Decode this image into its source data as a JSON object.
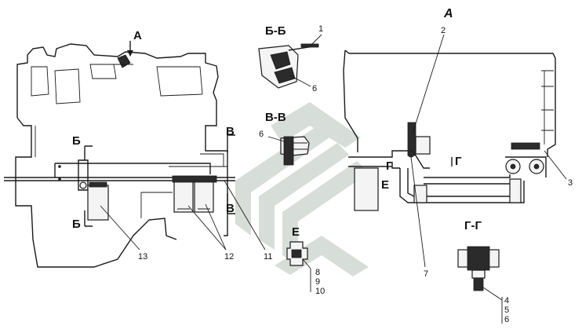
{
  "sections": {
    "view_a_marker": "А",
    "view_a_title": "А",
    "bb_title": "Б-Б",
    "vv_title": "В-В",
    "e_title": "Е",
    "gg_title": "Г-Г",
    "cut_b_top": "Б",
    "cut_b_bottom": "Б",
    "cut_v_top": "В",
    "cut_v_bottom": "В",
    "cut_g_left": "Г",
    "cut_g_right": "Г",
    "cut_e": "Е"
  },
  "callouts": {
    "c1": "1",
    "c2": "2",
    "c3": "3",
    "c6_bb": "6",
    "c6_vv": "6",
    "c7": "7",
    "c11": "11",
    "c12": "12",
    "c13": "13",
    "e_stack": [
      "8",
      "9",
      "10"
    ],
    "gg_stack": [
      "4",
      "5",
      "6"
    ]
  },
  "colors": {
    "ink": "#1a1a1a",
    "watermark": "#d7ddd9",
    "background": "#ffffff"
  }
}
